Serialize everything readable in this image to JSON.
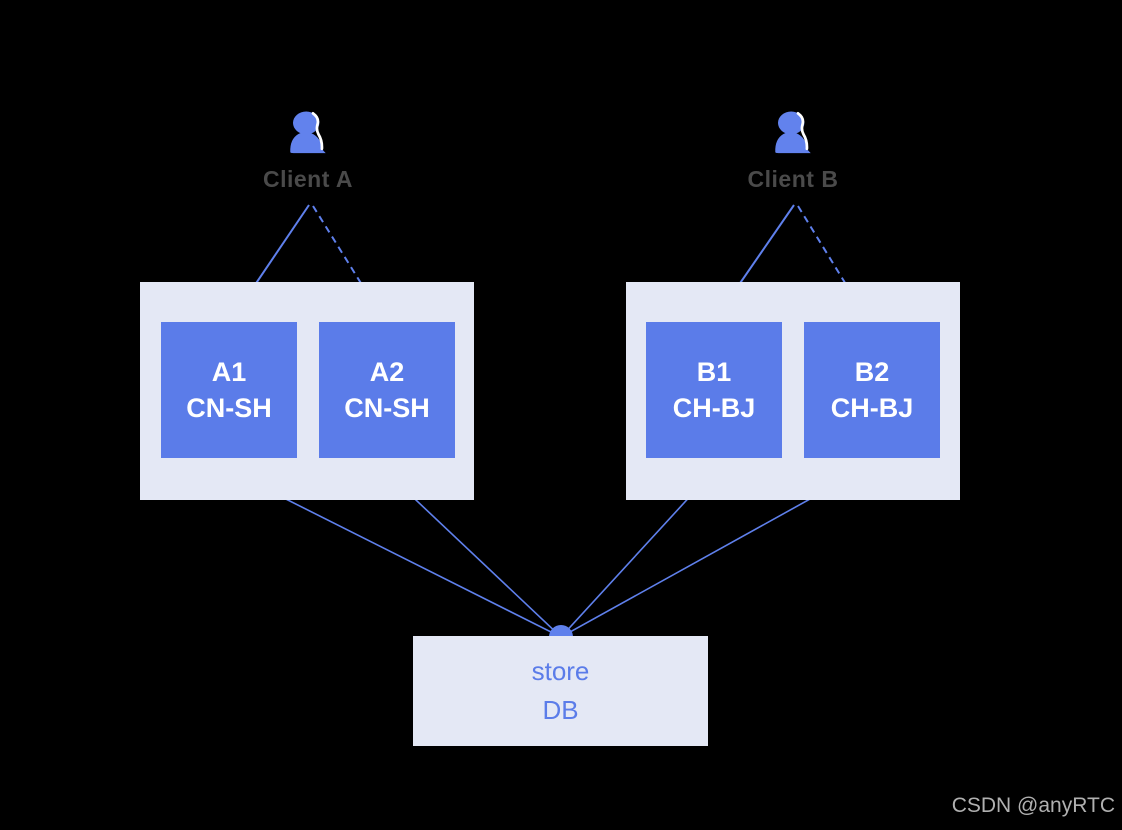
{
  "diagram": {
    "clients": [
      {
        "id": "client-a",
        "label": "Client A",
        "icon": "user-icon"
      },
      {
        "id": "client-b",
        "label": "Client B",
        "icon": "user-icon"
      }
    ],
    "clusters": [
      {
        "id": "cluster-a",
        "nodes": [
          {
            "name": "A1",
            "region": "CN-SH"
          },
          {
            "name": "A2",
            "region": "CN-SH"
          }
        ]
      },
      {
        "id": "cluster-b",
        "nodes": [
          {
            "name": "B1",
            "region": "CH-BJ"
          },
          {
            "name": "B2",
            "region": "CH-BJ"
          }
        ]
      }
    ],
    "store": {
      "line1": "store",
      "line2": "DB"
    },
    "edges": [
      {
        "from": "Client A",
        "to": "A1",
        "style": "solid-arrow"
      },
      {
        "from": "Client A",
        "to": "A2",
        "style": "dashed-arrow"
      },
      {
        "from": "Client B",
        "to": "B1",
        "style": "solid-arrow"
      },
      {
        "from": "Client B",
        "to": "B2",
        "style": "dashed-arrow"
      },
      {
        "from": "A1",
        "to": "store DB",
        "style": "line"
      },
      {
        "from": "A2",
        "to": "store DB",
        "style": "line"
      },
      {
        "from": "B1",
        "to": "store DB",
        "style": "line"
      },
      {
        "from": "B2",
        "to": "store DB",
        "style": "line"
      }
    ],
    "watermark": "CSDN @anyRTC",
    "colors": {
      "background": "#000000",
      "node_blue": "#5b7ce9",
      "line_blue": "#5f80ec",
      "cluster_bg": "#e4e8f5",
      "label_gray": "#4a4a4a",
      "node_text": "#ffffff",
      "watermark_gray": "#b0b0b0"
    }
  }
}
